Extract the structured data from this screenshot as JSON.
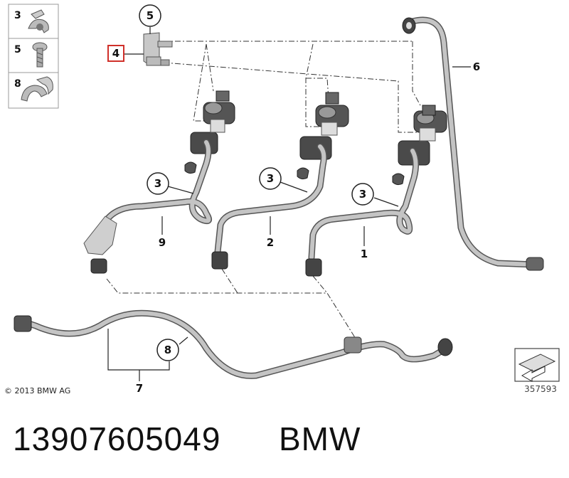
{
  "legend": [
    {
      "number": "3",
      "icon": "clip-icon"
    },
    {
      "number": "5",
      "icon": "screw-icon"
    },
    {
      "number": "8",
      "icon": "double-clip-icon"
    }
  ],
  "callouts": {
    "c5": "5",
    "c4": "4",
    "c6": "6",
    "c3a": "3",
    "c3b": "3",
    "c3c": "3",
    "c9": "9",
    "c2": "2",
    "c1": "1",
    "c8": "8",
    "c7": "7"
  },
  "highlight_color": "#d0302a",
  "copyright": "© 2013 BMW AG",
  "reference_number": "357593",
  "part_number": "13907605049",
  "brand": "BMW"
}
